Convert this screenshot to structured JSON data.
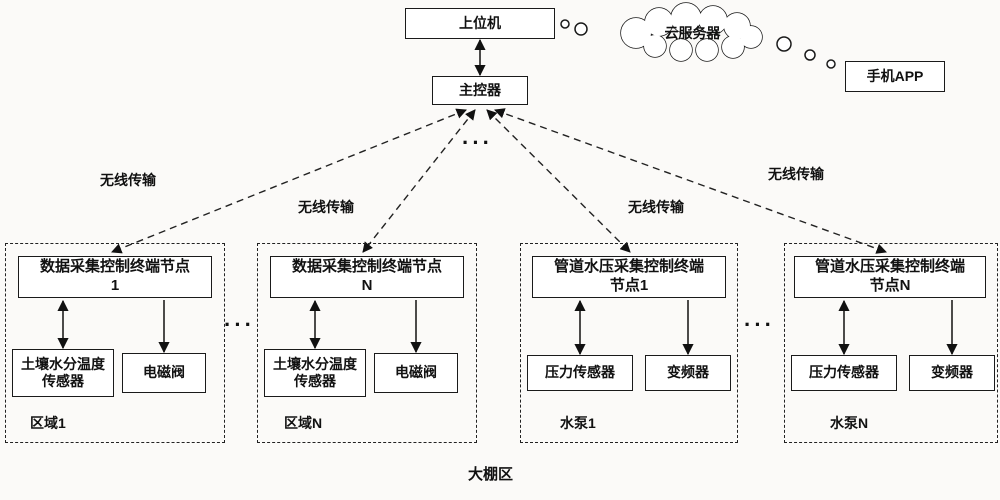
{
  "diagram": {
    "host": "上位机",
    "controller": "主控器",
    "cloud": "云服务器",
    "phone": "手机APP",
    "wireless": [
      "无线传输",
      "无线传输",
      "无线传输",
      "无线传输"
    ],
    "dots_top": "···",
    "dots_left": "···",
    "dots_right": "···",
    "groups": [
      {
        "node": "数据采集控制终端节点1",
        "sensor": "土壤水分温度传感器",
        "actuator": "电磁阀",
        "label": "区域1"
      },
      {
        "node": "数据采集控制终端节点N",
        "sensor": "土壤水分温度传感器",
        "actuator": "电磁阀",
        "label": "区域N"
      },
      {
        "node": "管道水压采集控制终端节点1",
        "sensor": "压力传感器",
        "actuator": "变频器",
        "label": "水泵1"
      },
      {
        "node": "管道水压采集控制终端节点N",
        "sensor": "压力传感器",
        "actuator": "变频器",
        "label": "水泵N"
      }
    ],
    "area_label": "大棚区"
  }
}
